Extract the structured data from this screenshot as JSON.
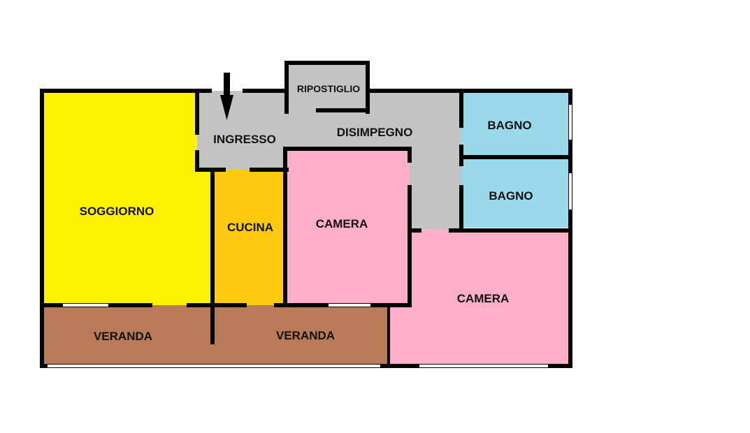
{
  "floorplan": {
    "entrance_marker": "arrow-down",
    "rooms": {
      "soggiorno": {
        "label": "SOGGIORNO",
        "color": "#FFF200"
      },
      "ingresso": {
        "label": "INGRESSO",
        "color": "#C3C3C3"
      },
      "disimpegno": {
        "label": "DISIMPEGNO",
        "color": "#C3C3C3"
      },
      "ripostiglio": {
        "label": "RIPOSTIGLIO",
        "color": "#C3C3C3"
      },
      "cucina": {
        "label": "CUCINA",
        "color": "#FFC90E"
      },
      "camera1": {
        "label": "CAMERA",
        "color": "#FFAEC9"
      },
      "camera2": {
        "label": "CAMERA",
        "color": "#FFAEC9"
      },
      "bagno1": {
        "label": "BAGNO",
        "color": "#99D9EA"
      },
      "bagno2": {
        "label": "BAGNO",
        "color": "#99D9EA"
      },
      "veranda1": {
        "label": "VERANDA",
        "color": "#B97A57"
      },
      "veranda2": {
        "label": "VERANDA",
        "color": "#B97A57"
      }
    },
    "colors": {
      "wall": "#000000",
      "window": "#FFFFFF"
    }
  }
}
